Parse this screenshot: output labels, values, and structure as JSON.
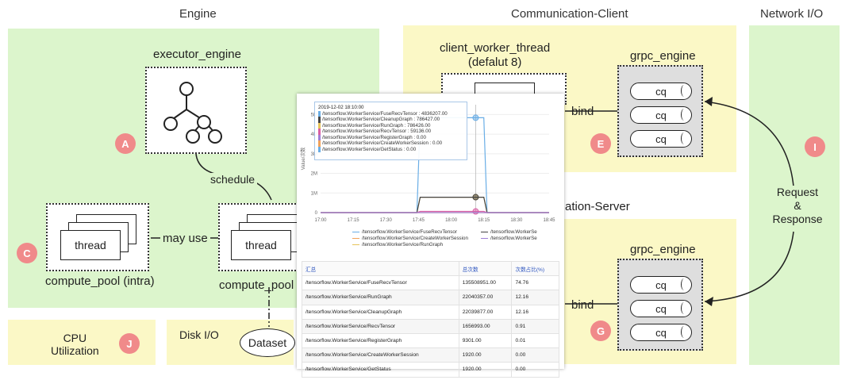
{
  "sections": {
    "engine": "Engine",
    "comm_client": "Communication-Client",
    "network_io": "Network I/O",
    "comm_server": "ation-Server",
    "cpu": "CPU\nUtilization",
    "disk_io": "Disk I/O"
  },
  "nodes": {
    "executor_engine": "executor_engine",
    "schedule": "schedule",
    "thread": "thread",
    "compute_pool_intra": "compute_pool (intra)",
    "compute_pool": "compute_pool",
    "may_use": "may use",
    "dataset": "Dataset",
    "client_worker_thread": "client_worker_thread\n(defalut 8)",
    "grpc_engine": "grpc_engine",
    "cq": "cq",
    "bind": "bind",
    "request_response": "Request\n&\nResponse"
  },
  "badges": {
    "a": "A",
    "c": "C",
    "e": "E",
    "g": "G",
    "i": "I",
    "j": "J"
  },
  "colors": {
    "green_region": "#dcf5cc",
    "yellow_region": "#fbf8c6",
    "badge": "#f08a8a",
    "cq_panel": "#dedede"
  },
  "tooltip": {
    "date": "2019-12-02 18:10:00",
    "rows": [
      "/tensorflow.WorkerService/FuseRecvTensor : 4836207.00",
      "/tensorflow.WorkerService/CleanupGraph : 786427.00",
      "/tensorflow.WorkerService/RunGraph : 786426.00",
      "/tensorflow.WorkerService/RecvTensor : 59136.00",
      "/tensorflow.WorkerService/RegisterGraph : 0.00",
      "/tensorflow.WorkerService/CreateWorkerSession : 0.00",
      "/tensorflow.WorkerService/GetStatus : 0.00"
    ]
  },
  "chart_data": {
    "type": "line",
    "ylabel": "Value/次数",
    "x": [
      "17:00",
      "17:15",
      "17:30",
      "17:45",
      "18:00",
      "18:15",
      "18:30",
      "18:45"
    ],
    "yticks": [
      "0",
      "1M",
      "2M",
      "3M",
      "4M",
      "5M"
    ],
    "ylim": [
      0,
      5500000
    ],
    "xlim": [
      0,
      7
    ],
    "legend_placement": "bottom",
    "series": [
      {
        "name": "/tensorflow.WorkerService/FuseRecvTensor",
        "color": "#6aaee6",
        "points": [
          [
            0,
            0
          ],
          [
            2.95,
            0
          ],
          [
            3.05,
            4836207
          ],
          [
            5.0,
            4836207
          ],
          [
            5.1,
            0
          ],
          [
            7,
            0
          ]
        ]
      },
      {
        "name": "/tensorflow.WorkerService/CreateWorkerSession",
        "color": "#f2a35b",
        "points": [
          [
            0,
            0
          ],
          [
            7,
            0
          ]
        ]
      },
      {
        "name": "/tensorflow.WorkerService/RunGraph",
        "color": "#e6c45a",
        "points": [
          [
            0,
            0
          ],
          [
            2.95,
            0
          ],
          [
            3.05,
            786426
          ],
          [
            5.0,
            786426
          ],
          [
            5.1,
            0
          ],
          [
            7,
            0
          ]
        ]
      },
      {
        "name": "/tensorflow.WorkerService/CleanupGraph",
        "color": "#444444",
        "points": [
          [
            0,
            0
          ],
          [
            2.95,
            0
          ],
          [
            3.05,
            786427
          ],
          [
            5.0,
            786427
          ],
          [
            5.1,
            0
          ],
          [
            7,
            0
          ]
        ]
      },
      {
        "name": "/tensorflow.WorkerService/RecvTensor",
        "color": "#d95fa5",
        "points": [
          [
            0,
            0
          ],
          [
            2.95,
            0
          ],
          [
            3.05,
            59136
          ],
          [
            5.0,
            59136
          ],
          [
            5.1,
            0
          ],
          [
            7,
            0
          ]
        ]
      },
      {
        "name": "/tensorflow.WorkerService/RegisterGraph",
        "color": "#9e7fd6",
        "points": [
          [
            0,
            0
          ],
          [
            7,
            0
          ]
        ]
      }
    ],
    "highlight_x": 4.75,
    "legend": [
      {
        "name": "/tensorflow.WorkerService/FuseRecvTensor",
        "color": "#6aaee6"
      },
      {
        "name": "/tensorflow.WorkerSe",
        "color": "#444444"
      },
      {
        "name": "/tensorflow.WorkerService/CreateWorkerSession",
        "color": "#f2a35b"
      },
      {
        "name": "/tensorflow.WorkerSe",
        "color": "#9e7fd6"
      },
      {
        "name": "/tensorflow.WorkerService/RunGraph",
        "color": "#e6c45a"
      }
    ]
  },
  "table": {
    "headers": [
      "汇总",
      "总次数",
      "次数占比(%)"
    ],
    "rows": [
      [
        "/tensorflow.WorkerService/FuseRecvTensor",
        "135508951.00",
        "74.76"
      ],
      [
        "/tensorflow.WorkerService/RunGraph",
        "22040357.00",
        "12.16"
      ],
      [
        "/tensorflow.WorkerService/CleanupGraph",
        "22039877.00",
        "12.16"
      ],
      [
        "/tensorflow.WorkerService/RecvTensor",
        "1656993.00",
        "0.91"
      ],
      [
        "/tensorflow.WorkerService/RegisterGraph",
        "9301.00",
        "0.01"
      ],
      [
        "/tensorflow.WorkerService/CreateWorkerSession",
        "1920.00",
        "0.00"
      ],
      [
        "/tensorflow.WorkerService/GetStatus",
        "1920.00",
        "0.00"
      ]
    ]
  }
}
